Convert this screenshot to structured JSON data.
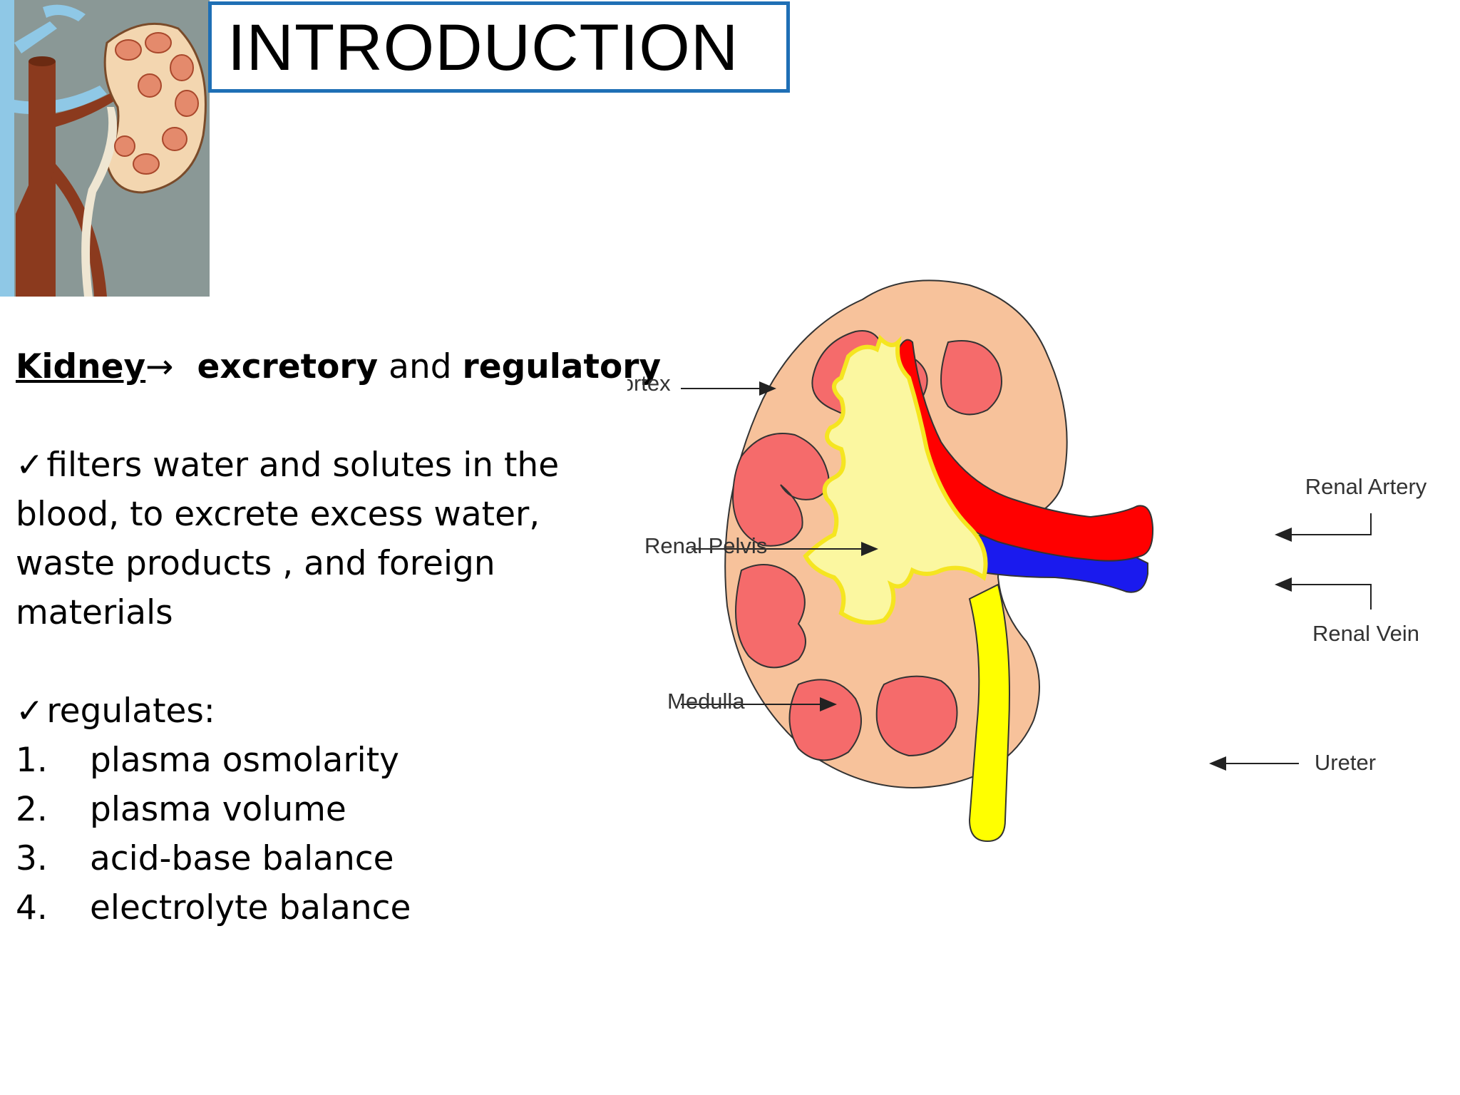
{
  "slide": {
    "title": "INTRODUCTION"
  },
  "intro": {
    "subject": "Kidney",
    "arrow": "→",
    "role_1": "excretory",
    "conjunction": "and",
    "role_2": "regulatory"
  },
  "points": {
    "check_glyph": "✓",
    "filter_lines": [
      "filters water and solutes in the",
      "blood, to excrete excess water,",
      "waste products , and foreign",
      "materials"
    ],
    "regulates_label": "regulates:",
    "regulates_items": [
      {
        "num": "1.",
        "text": "plasma osmolarity"
      },
      {
        "num": "2.",
        "text": "plasma volume"
      },
      {
        "num": "3.",
        "text": "acid-base balance"
      },
      {
        "num": "4.",
        "text": "electrolyte balance"
      }
    ]
  },
  "diagram": {
    "labels": {
      "cortex": "Cortex",
      "renal_pelvis": "Renal Pelvis",
      "medulla": "Medulla",
      "renal_artery": "Renal Artery",
      "renal_vein": "Renal Vein",
      "ureter": "Ureter"
    },
    "colors": {
      "cortex": "#f7c29b",
      "medulla": "#f56b6b",
      "pelvis": "#fbf7a0",
      "pelvis_outline": "#f5e520",
      "artery": "#ff0000",
      "vein": "#1a1aee",
      "ureter": "#ffff00"
    }
  },
  "theme": {
    "title_border": "#1f6fb5",
    "illustration_bg": "#8a9896",
    "illustration_vessel": "#8fc8e6",
    "illustration_aorta": "#8b3a1e"
  }
}
